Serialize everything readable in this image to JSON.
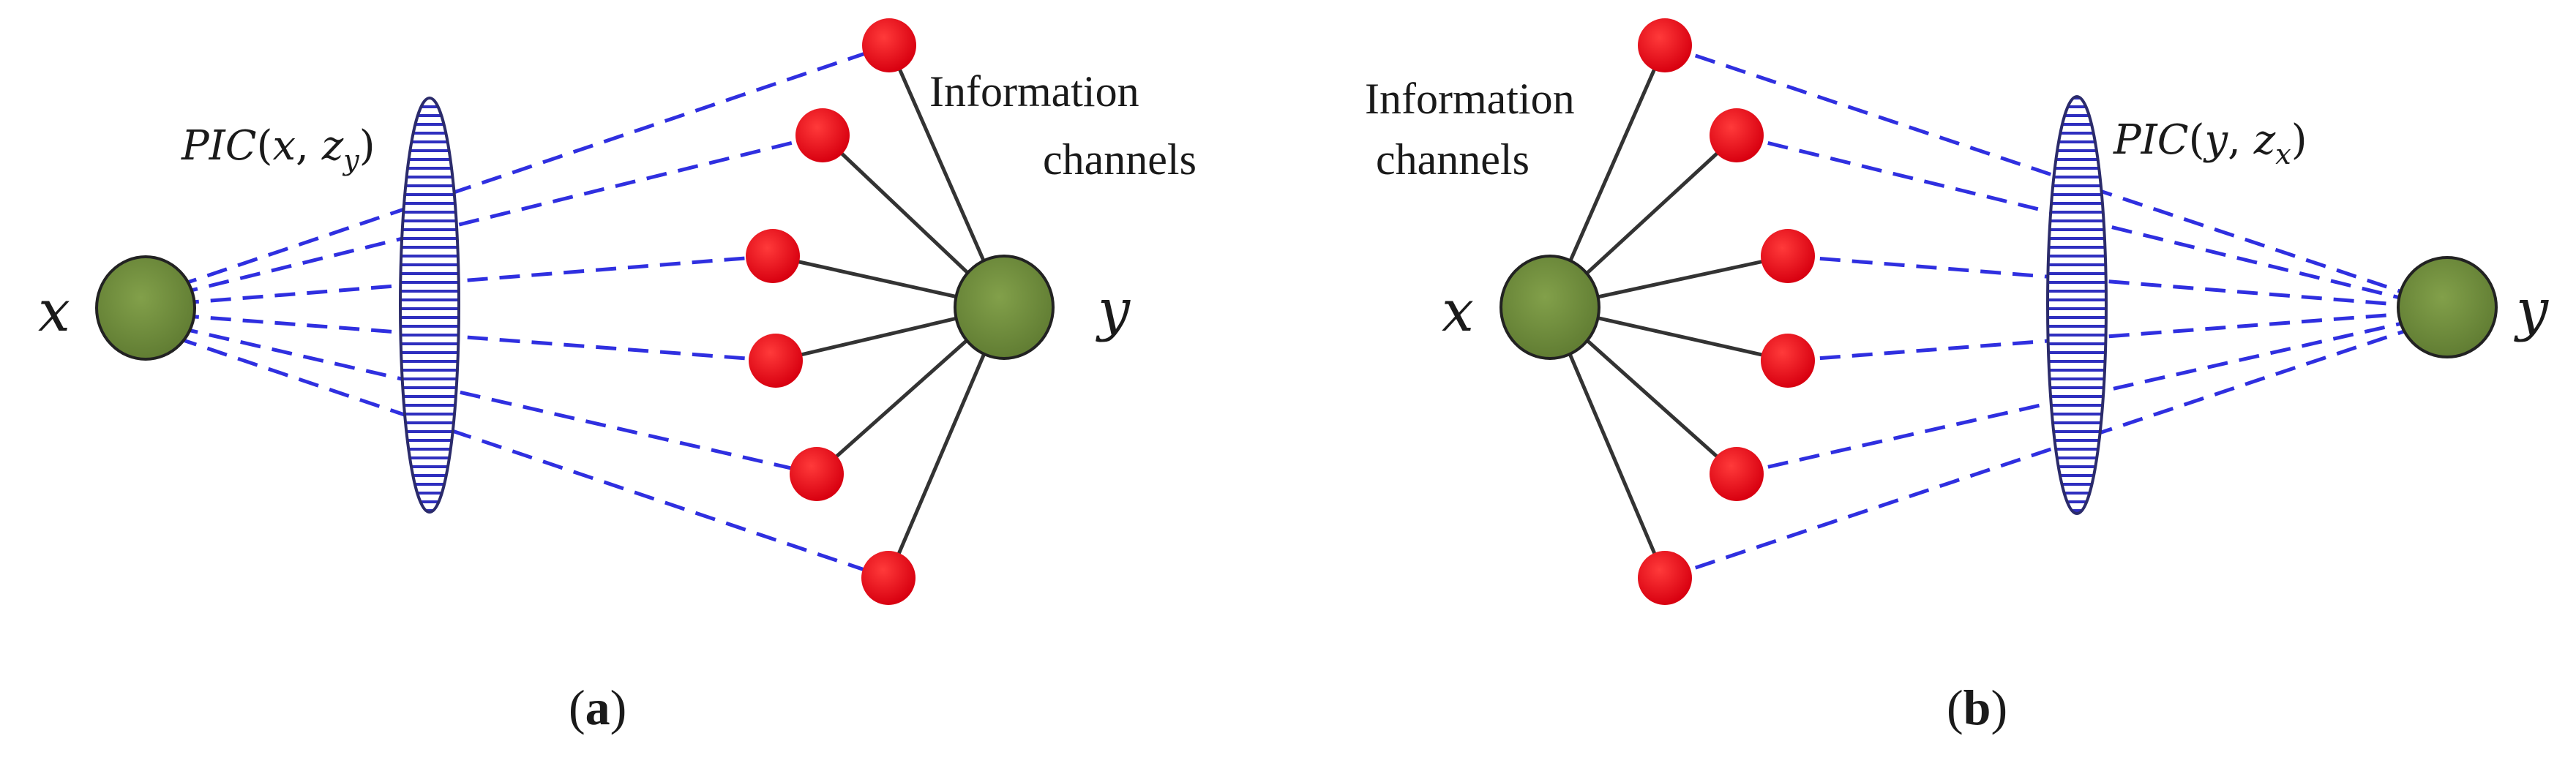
{
  "panel_a": {
    "source_label": "x",
    "target_label": "y",
    "pic_label": "PIC(x, z_y)",
    "pic_func": "PIC",
    "pic_arg1": "x",
    "pic_arg2_base": "z",
    "pic_arg2_sub": "y",
    "channels_label_line1": "Information",
    "channels_label_line2": "channels",
    "caption_letter": "a"
  },
  "panel_b": {
    "source_label": "x",
    "target_label": "y",
    "pic_label": "PIC(y, z_x)",
    "pic_func": "PIC",
    "pic_arg1": "y",
    "pic_arg2_base": "z",
    "pic_arg2_sub": "x",
    "channels_label_line1": "Information",
    "channels_label_line2": "channels",
    "caption_letter": "b"
  },
  "colors": {
    "node_fill": "#6e8b3d",
    "channel_fill": "#e8101c",
    "dashed_link": "#2f2fe0",
    "solid_link": "#333333",
    "filter_stripe": "#2f2fbf"
  }
}
